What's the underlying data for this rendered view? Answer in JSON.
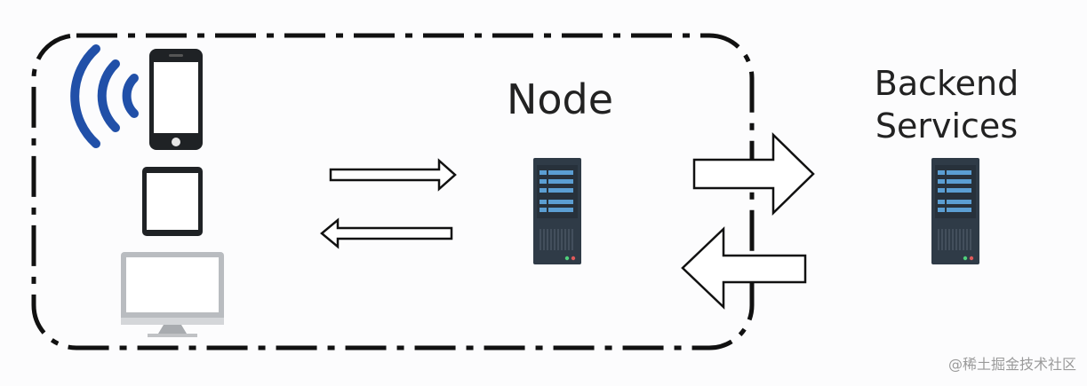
{
  "labels": {
    "node": "Node",
    "backend_line1": "Backend",
    "backend_line2": "Services"
  },
  "watermark": "@稀土掘金技术社区",
  "colors": {
    "signal": "#2150a8",
    "device_frame": "#1f2225",
    "server_body": "#2f3b47",
    "server_slot": "#5b9ed2",
    "outline": "#111111"
  },
  "icons": [
    "wifi-signal-icon",
    "phone-icon",
    "tablet-icon",
    "desktop-icon",
    "server-icon"
  ]
}
